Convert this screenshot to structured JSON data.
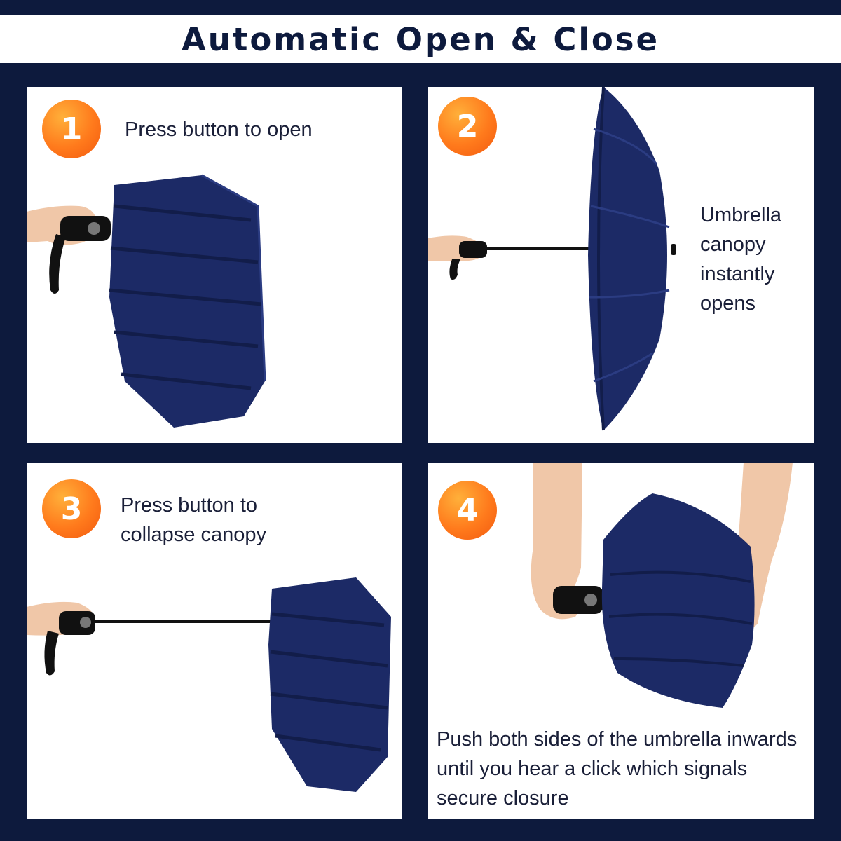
{
  "title": "Automatic Open & Close",
  "steps": [
    {
      "number": "1",
      "text": "Press button to open"
    },
    {
      "number": "2",
      "text": "Umbrella canopy instantly opens"
    },
    {
      "number": "3",
      "text": "Press button to collapse canopy"
    },
    {
      "number": "4",
      "text": "Push both sides of the umbrella inwards until you hear a click which signals secure closure"
    }
  ],
  "colors": {
    "background": "#0d1a3d",
    "accent": "#ff7a1c",
    "canopy": "#1c2a66",
    "text": "#1a1f38"
  }
}
